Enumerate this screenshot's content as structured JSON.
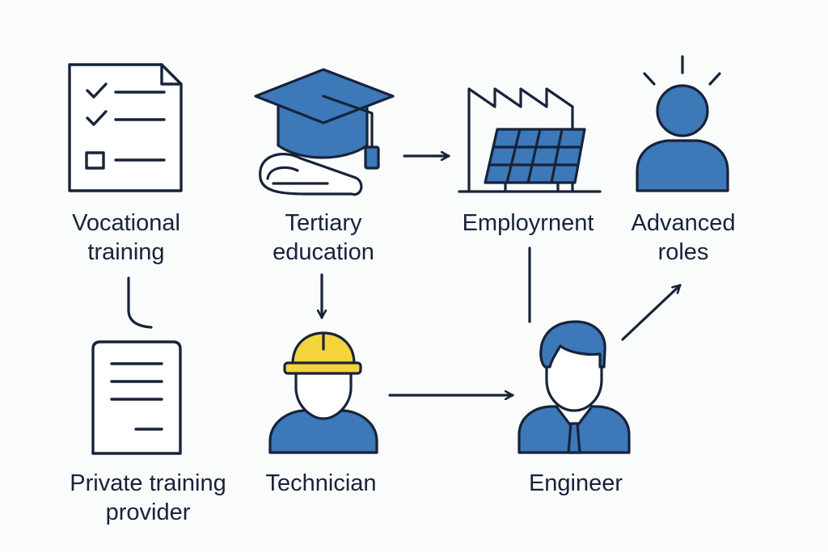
{
  "colors": {
    "ink": "#17233a",
    "blue": "#3d78b8",
    "yellow": "#f3d43a",
    "background": "#fafbfb"
  },
  "nodes": [
    {
      "id": "vocational",
      "icon": "checklist-document-icon",
      "lines": [
        "Vocational",
        "training"
      ]
    },
    {
      "id": "tertiary",
      "icon": "graduation-cap-icon",
      "lines": [
        "Tertiary",
        "education"
      ]
    },
    {
      "id": "employment",
      "icon": "solar-factory-icon",
      "lines": [
        "Employrnent"
      ]
    },
    {
      "id": "advanced",
      "icon": "highlighted-person-icon",
      "lines": [
        "Advanced",
        "roles"
      ]
    },
    {
      "id": "private",
      "icon": "text-document-icon",
      "lines": [
        "Private training",
        "provider"
      ]
    },
    {
      "id": "technician",
      "icon": "hard-hat-worker-icon",
      "lines": [
        "Technician"
      ]
    },
    {
      "id": "engineer",
      "icon": "engineer-tie-icon",
      "lines": [
        "Engineer"
      ]
    }
  ],
  "connectors": [
    {
      "from": "tertiary",
      "to": "employment",
      "arrow": true
    },
    {
      "from": "tertiary",
      "to": "technician",
      "arrow": true
    },
    {
      "from": "technician",
      "to": "engineer",
      "arrow": true
    },
    {
      "from": "engineer",
      "to": "advanced",
      "arrow": true
    },
    {
      "from": "employment",
      "to": "engineer",
      "arrow": false
    },
    {
      "from": "vocational",
      "to": "private",
      "arrow": false
    }
  ]
}
